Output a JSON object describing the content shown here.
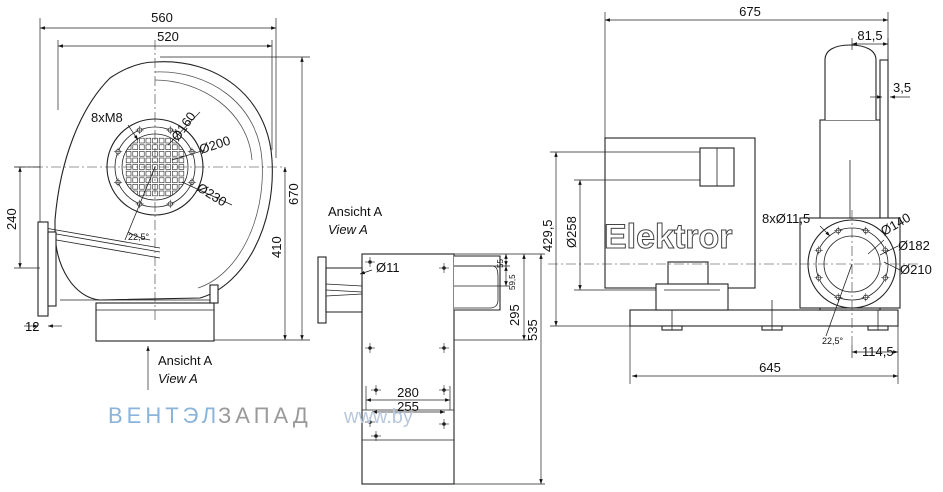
{
  "front_view": {
    "dim_overall_width": "560",
    "dim_housing_width": "520",
    "dim_bolts": "8xM8",
    "dim_d160": "Ø160",
    "dim_d200": "Ø200",
    "dim_d230": "Ø230",
    "dim_angle": "22,5°",
    "dim_outlet_height": "240",
    "dim_total_height": "670",
    "dim_axis_height": "410",
    "dim_flange": "12",
    "view_label_de": "Ansicht A",
    "view_label_en": "View A"
  },
  "view_a": {
    "label_de": "Ansicht A",
    "label_en": "View A",
    "dim_hole": "Ø11",
    "dim_55": "55",
    "dim_59_5": "59,5",
    "dim_295": "295",
    "dim_535": "535",
    "dim_280": "280",
    "dim_255": "255"
  },
  "side_view": {
    "dim_overall_length": "675",
    "dim_81_5": "81,5",
    "dim_3_5": "3,5",
    "dim_429_5": "429,5",
    "dim_258": "Ø258",
    "brand": "Elektror",
    "dim_holes": "8xØ11,5",
    "dim_d140": "Ø140",
    "dim_d182": "Ø182",
    "dim_d210": "Ø210",
    "dim_angle": "22,5°",
    "dim_114_5": "114,5",
    "dim_645": "645"
  },
  "watermark": {
    "text_part1": "ВЕНТЭЛ",
    "text_part2": "ЗАПАД",
    "text_site": "www.by",
    "color_part1": "#8ab4d9",
    "color_part2": "#9a9a9a"
  }
}
